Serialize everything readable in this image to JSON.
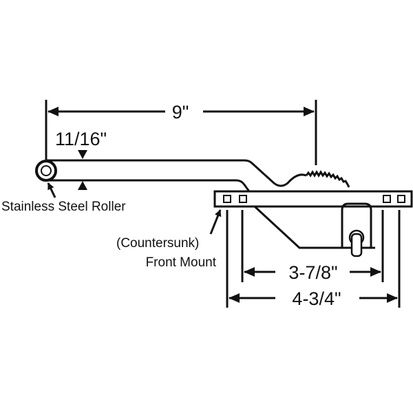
{
  "dimensions": {
    "overall_length": "9\"",
    "arm_width": "11/16\"",
    "mount_inner": "3-7/8\"",
    "mount_outer": "4-3/4\""
  },
  "labels": {
    "roller": "Stainless Steel Roller",
    "mount_line1": "(Countersunk)",
    "mount_line2": "Front Mount"
  }
}
